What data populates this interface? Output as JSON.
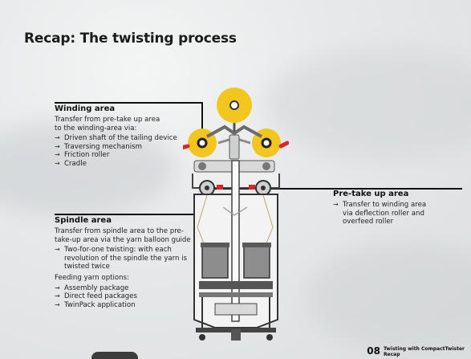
{
  "slide": {
    "title": "Recap: The twisting process",
    "winding": {
      "heading": "Winding area",
      "intro": [
        "Transfer from pre-take up area",
        "to the winding-area via:"
      ],
      "items": [
        "Driven shaft of the tailing device",
        "Traversing mechanism",
        "Friction roller",
        "Cradle"
      ]
    },
    "pretake": {
      "heading": "Pre-take up area",
      "items": [
        "Transfer to winding area via deflection roller and overfeed roller"
      ]
    },
    "spindle": {
      "heading": "Spindle area",
      "intro": "Transfer from spindle area to the pre-take-up area via the yarn balloon guide",
      "items": [
        "Two-for-one twisting: with each revolution of the spindle the yarn is twisted twice"
      ],
      "feeding_label": "Feeding yarn options:",
      "feeding_items": [
        "Assembly package",
        "Direct feed packages",
        "TwinPack application"
      ]
    },
    "footer": {
      "page_number": "08",
      "caption_line1": "Twisting with CompactTwister",
      "caption_line2": "Recap"
    },
    "colors": {
      "spool_yellow": "#f2c61f",
      "accent_red": "#d8262b",
      "text": "#1b1b1b"
    }
  }
}
